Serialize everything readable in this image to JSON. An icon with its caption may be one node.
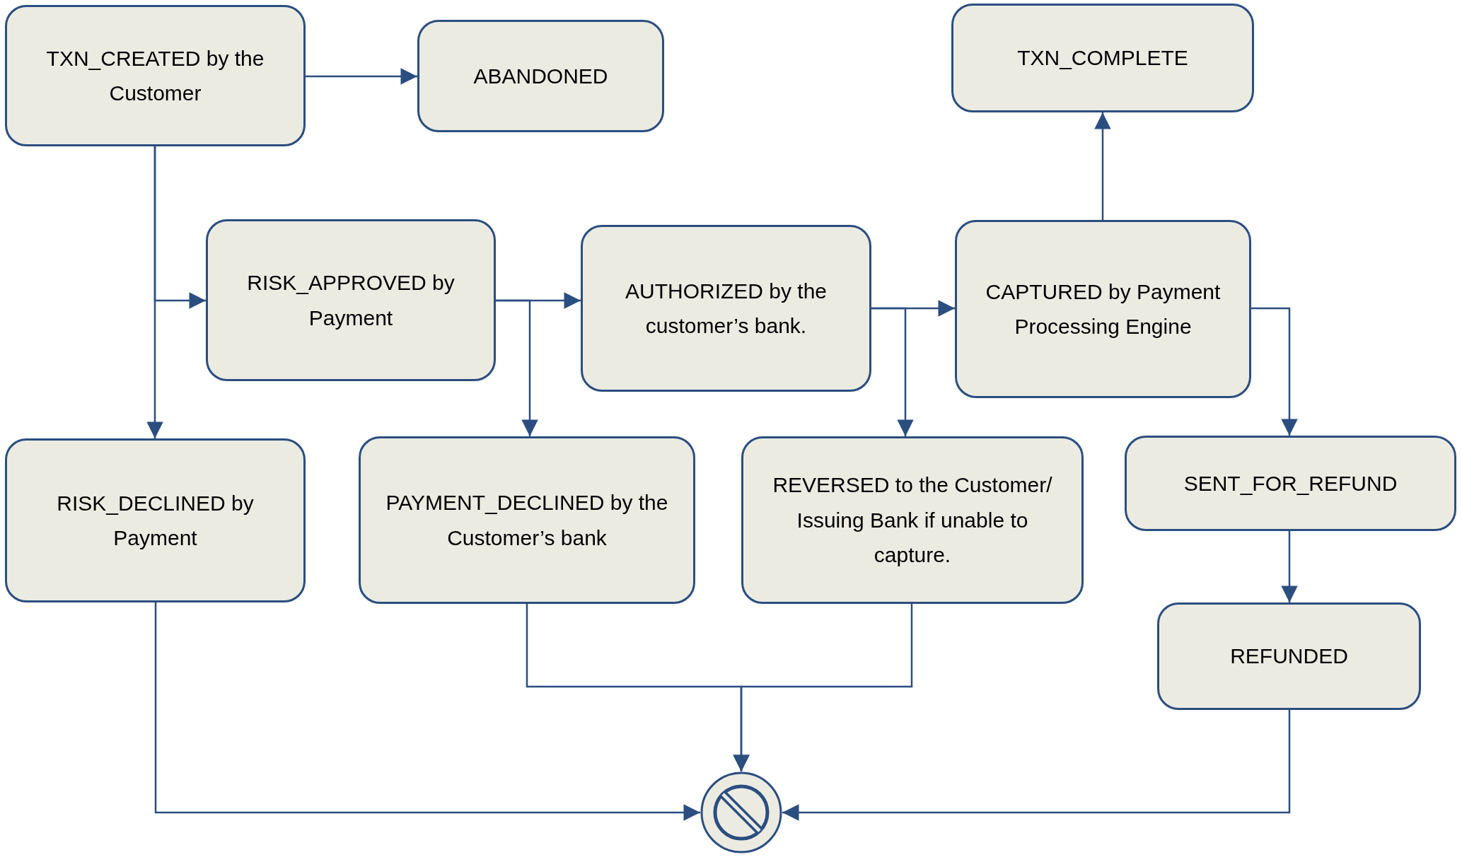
{
  "diagram": {
    "nodes": [
      {
        "text": [
          "TXN_CREATED by the Customer"
        ]
      },
      {
        "text": [
          "ABANDONED"
        ]
      },
      {
        "text": [
          "TXN_COMPLETE"
        ]
      },
      {
        "text": [
          "RISK_APPROVED by Payment"
        ]
      },
      {
        "text": [
          "AUTHORIZED by the customer’s bank."
        ]
      },
      {
        "text": [
          "CAPTURED by Payment Processing Engine"
        ]
      },
      {
        "text": [
          "RISK_DECLINED by Payment"
        ]
      },
      {
        "text": [
          "PAYMENT_DECLINED by the Customer’s bank"
        ]
      },
      {
        "text": [
          "REVERSED to the Customer/ Issuing Bank if unable to capture."
        ]
      },
      {
        "text": [
          "SENT_FOR_REFUND"
        ]
      },
      {
        "text": [
          "REFUNDED"
        ]
      },
      {
        "text": [],
        "shape": "circle"
      }
    ],
    "edges": [
      {
        "from": 0,
        "to": 1,
        "arrow": "to"
      },
      {
        "from": 0,
        "to": 3,
        "arrow": "to"
      },
      {
        "from": 0,
        "to": 6,
        "arrow": "to"
      },
      {
        "from": 3,
        "to": 4,
        "arrow": "to"
      },
      {
        "from": 3,
        "to": 7,
        "arrow": "to"
      },
      {
        "from": 4,
        "to": 5,
        "arrow": "to"
      },
      {
        "from": 4,
        "to": 8,
        "arrow": "to"
      },
      {
        "from": 5,
        "to": 2,
        "arrow": "to"
      },
      {
        "from": 5,
        "to": 9,
        "arrow": "to"
      },
      {
        "from": 9,
        "to": 10,
        "arrow": "to"
      },
      {
        "from": 6,
        "to": 11,
        "arrow": "to"
      },
      {
        "from": 7,
        "to": 11,
        "arrow": "to"
      },
      {
        "from": 8,
        "to": 11,
        "arrow": "to"
      },
      {
        "from": 10,
        "to": 11,
        "arrow": "to"
      }
    ]
  }
}
